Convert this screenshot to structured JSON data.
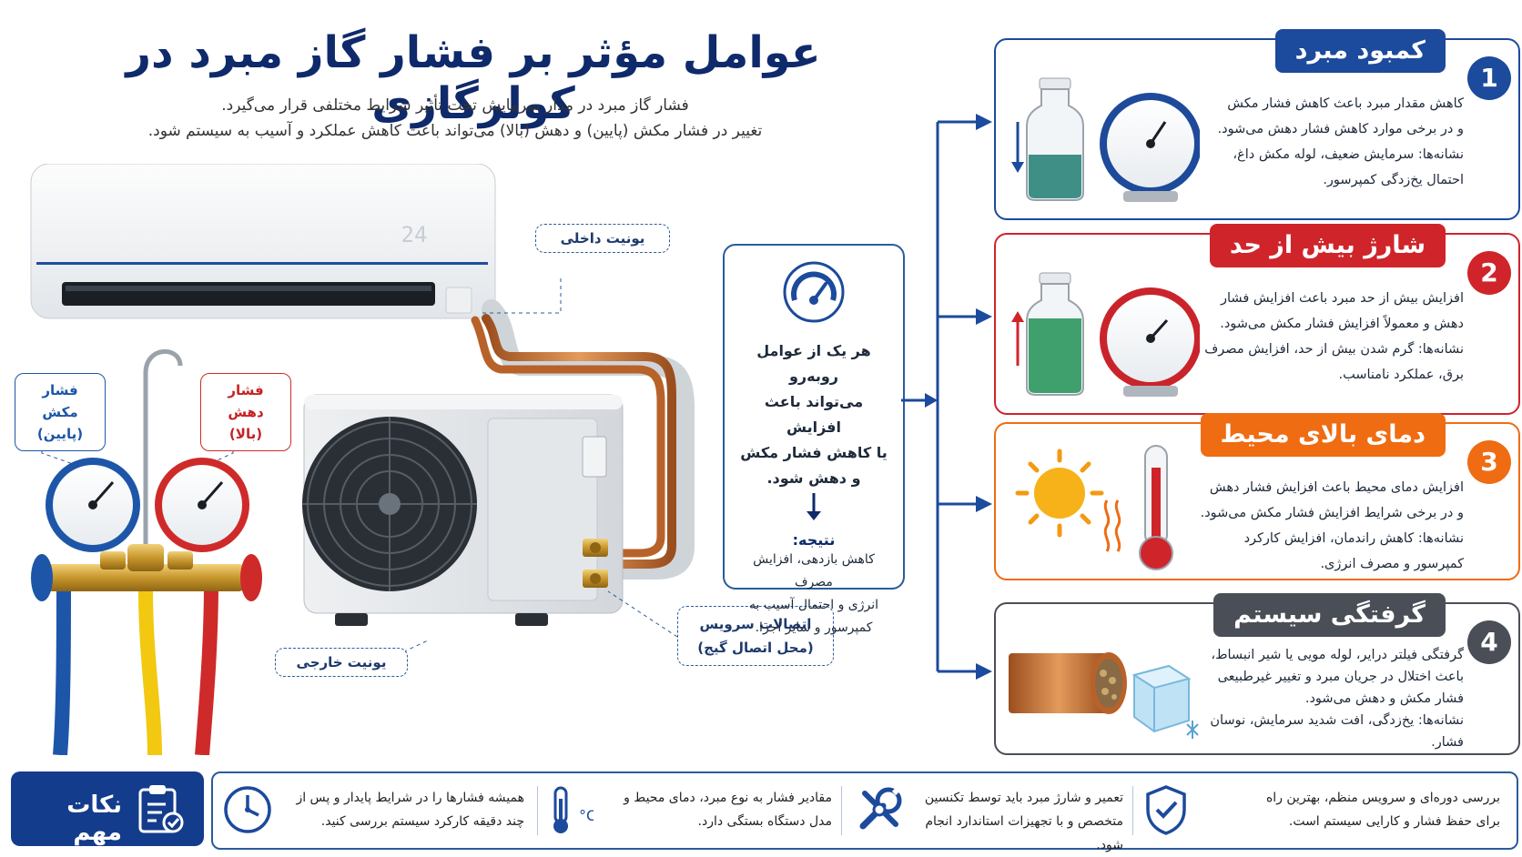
{
  "title": "عوامل مؤثر بر فشار گاز مبرد در کولرگازی",
  "subtitle": {
    "line1": "فشار گاز مبرد در مدار سرمایش تحت تأثیر شرایط مختلفی قرار می‌گیرد.",
    "line2": "تغییر در فشار مکش (پایین) و دهش (بالا) می‌تواند باعث کاهش عملکرد و آسیب به سیستم شود."
  },
  "illustration": {
    "indoor_display": "24",
    "labels": {
      "indoor_unit": "یونیت داخلی",
      "outdoor_unit": "یونیت خارجی",
      "suction_line1": "فشار مکش",
      "suction_line2": "(پایین)",
      "discharge_line1": "فشار دهش",
      "discharge_line2": "(بالا)",
      "service_line1": "اتصالات سرویس",
      "service_line2": "(محل اتصال گیج)"
    }
  },
  "center": {
    "line1": "هر یک از عوامل روبه‌رو",
    "line2": "می‌تواند باعث افزایش",
    "line3": "یا کاهش فشار مکش",
    "line4": "و دهش شود.",
    "result_label": "نتیجه:",
    "result1": "کاهش بازدهی، افزایش مصرف",
    "result2": "انرژی و احتمال آسیب به",
    "result3": "کمپرسور و سایر اجزا."
  },
  "factors": [
    {
      "number": "1",
      "title": "کمبود مبرد",
      "color": "#1c4a9c",
      "lines": [
        "کاهش مقدار مبرد باعث کاهش فشار مکش",
        "و در برخی موارد کاهش فشار دهش می‌شود.",
        "نشانه‌ها: سرمایش ضعیف، لوله مکش داغ،",
        "احتمال یخ‌زدگی کمپرسور."
      ]
    },
    {
      "number": "2",
      "title": "شارژ بیش از حد",
      "color": "#d0242b",
      "lines": [
        "افزایش بیش از حد مبرد باعث افزایش فشار",
        "دهش و معمولاً افزایش فشار مکش می‌شود.",
        "نشانه‌ها: گرم شدن بیش از حد، افزایش مصرف",
        "برق، عملکرد نامناسب."
      ]
    },
    {
      "number": "3",
      "title": "دمای بالای محیط",
      "color": "#ef6c12",
      "lines": [
        "افزایش دمای محیط باعث افزایش فشار دهش",
        "و در برخی شرایط افزایش فشار مکش می‌شود.",
        "نشانه‌ها: کاهش راندمان، افزایش کارکرد",
        "کمپرسور و مصرف انرژی."
      ]
    },
    {
      "number": "4",
      "title": "گرفتگی سیستم",
      "color": "#4a4f57",
      "lines": [
        "گرفتگی فیلتر درایر، لوله مویی یا شیر انبساط،",
        "باعث اختلال در جریان مبرد و تغییر غیرطبیعی",
        "فشار مکش و دهش می‌شود.",
        "نشانه‌ها: یخ‌زدگی، افت شدید سرمایش، نوسان",
        "فشار."
      ]
    }
  ],
  "tips": {
    "label": "نکات مهم",
    "items": [
      {
        "icon": "shield-check-icon",
        "line1": "بررسی دوره‌ای و سرویس منظم، بهترین راه",
        "line2": "برای حفظ فشار و کارایی سیستم است."
      },
      {
        "icon": "tools-icon",
        "line1": "تعمیر و شارژ مبرد باید توسط تکنسین",
        "line2": "متخصص و با تجهیزات استاندارد انجام شود."
      },
      {
        "icon": "thermometer-celsius-icon",
        "line1": "مقادیر فشار به نوع مبرد، دمای محیط و",
        "line2": "مدل دستگاه بستگی دارد."
      },
      {
        "icon": "clock-icon",
        "line1": "همیشه فشارها را در شرایط پایدار و پس از",
        "line2": "چند دقیقه کارکرد سیستم بررسی کنید."
      }
    ]
  },
  "colors": {
    "navy": "#0f2a6b",
    "blue": "#1c4a9c",
    "red": "#d0242b",
    "orange": "#ef6c12",
    "gray": "#4a4f57"
  }
}
